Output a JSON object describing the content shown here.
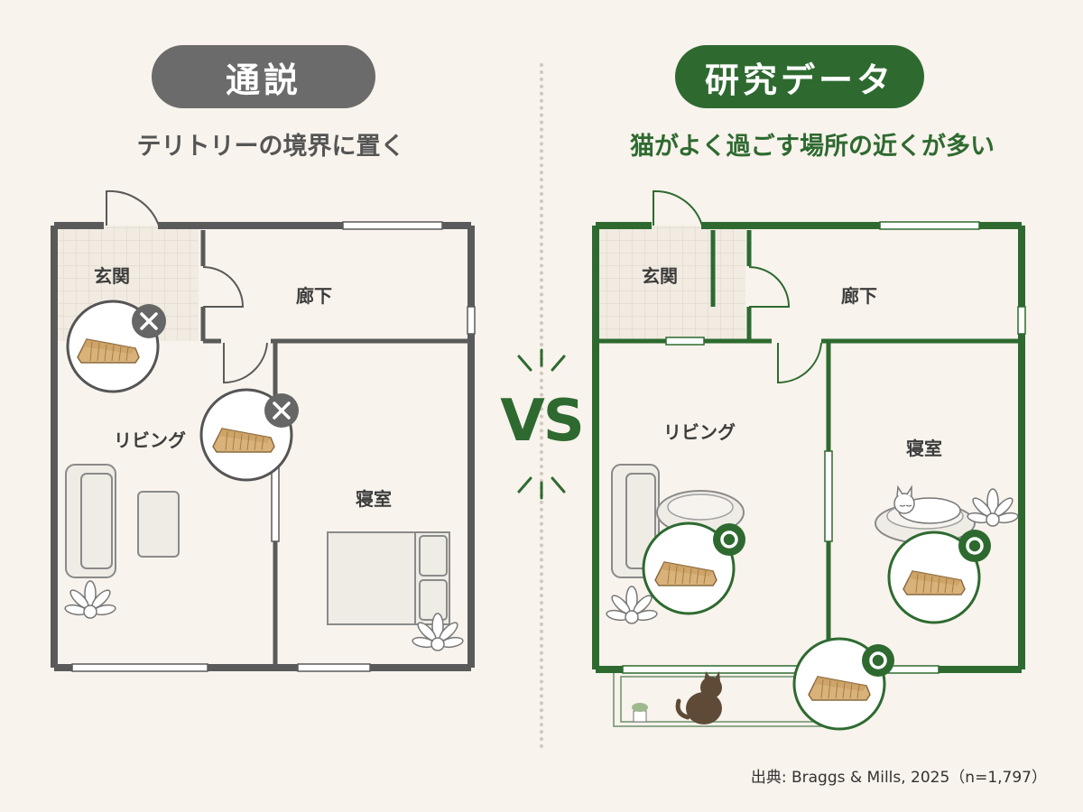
{
  "left": {
    "badge": "通説",
    "subtitle": "テリトリーの境界に置く",
    "rooms": {
      "entrance": "玄関",
      "hallway": "廊下",
      "living": "リビング",
      "bedroom": "寝室"
    },
    "marker": "×"
  },
  "right": {
    "badge": "研究データ",
    "subtitle": "猫がよく過ごす場所の近くが多い",
    "rooms": {
      "entrance": "玄関",
      "hallway": "廊下",
      "living": "リビング",
      "bedroom": "寝室"
    },
    "marker": "○"
  },
  "vs": "VS",
  "source": "出典: Braggs & Mills, 2025（n=1,797）",
  "colors": {
    "common_belief": "#6b6b6b",
    "research": "#2e6a30",
    "wall_left": "#5a5a5a",
    "wall_right": "#2e6a30",
    "background": "#f8f3ec"
  }
}
